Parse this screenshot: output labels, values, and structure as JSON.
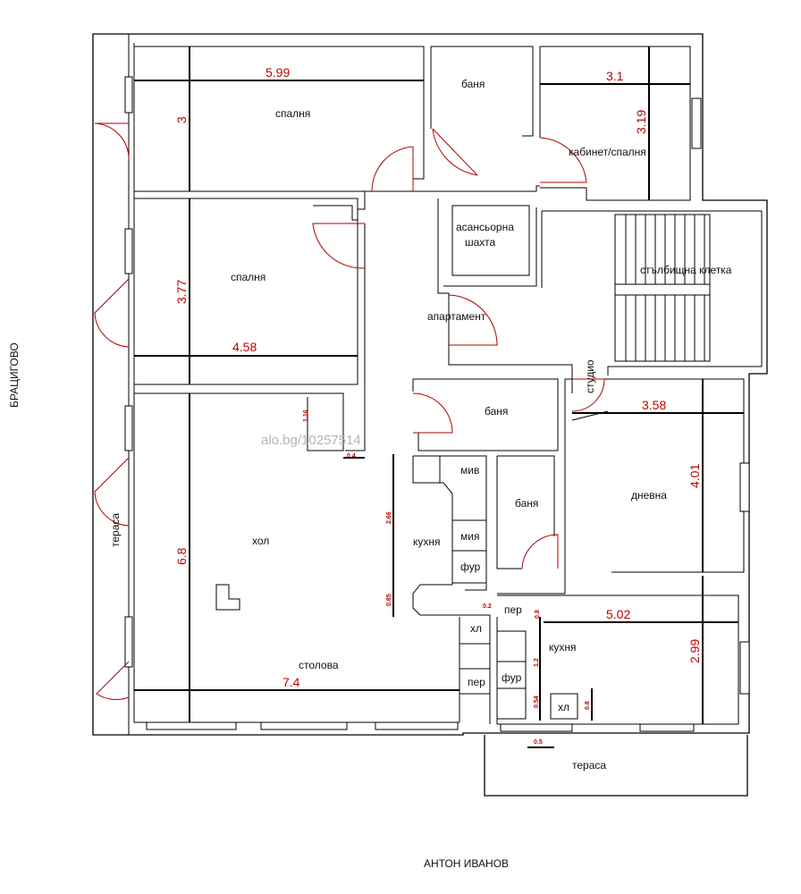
{
  "streets": {
    "left": "БРАЦИГОВО",
    "bottom": "АНТОН ИВАНОВ"
  },
  "watermark": "alo.bg/10257514",
  "rooms": {
    "bedroom_top": "спалня",
    "bath_top": "баня",
    "study": "кабинет/спалня",
    "bedroom_mid": "спалня",
    "elevator_line1": "асансьорна",
    "elevator_line2": "шахта",
    "stairwell": "стълбищна клетка",
    "apartment": "апартамент",
    "studio": "студио",
    "bath_center": "баня",
    "bath_right": "баня",
    "living_right": "дневна",
    "hall": "хол",
    "dining": "столова",
    "kitchen_center": "кухня",
    "kitchen_right": "кухня",
    "terrace_left": "тераса",
    "terrace_bottom": "тераса"
  },
  "fixtures": {
    "miv": "мив",
    "miya": "мия",
    "fur1": "фур",
    "fur2": "фур",
    "per1": "пер",
    "per2": "пер",
    "hl1": "хл",
    "hl2": "хл"
  },
  "dimensions": {
    "d_599": "5.99",
    "d_3": "3",
    "d_31": "3.1",
    "d_319": "3.19",
    "d_377": "3.77",
    "d_458": "4.58",
    "d_68": "6.8",
    "d_74": "7.4",
    "d_358": "3.58",
    "d_401": "4.01",
    "d_502": "5.02",
    "d_299": "2.99",
    "d_116": "1.16",
    "d_04": "0.4",
    "d_266": "2.66",
    "d_085": "0.85",
    "d_02": "0.2",
    "d_08a": "0.8",
    "d_12": "1.2",
    "d_054": "0.54",
    "d_08b": "0.8",
    "d_05": "0.5"
  },
  "colors": {
    "walls": "#000000",
    "dimensions": "#c00000",
    "doors": "#b00000",
    "watermark": "#b5b5b5"
  }
}
